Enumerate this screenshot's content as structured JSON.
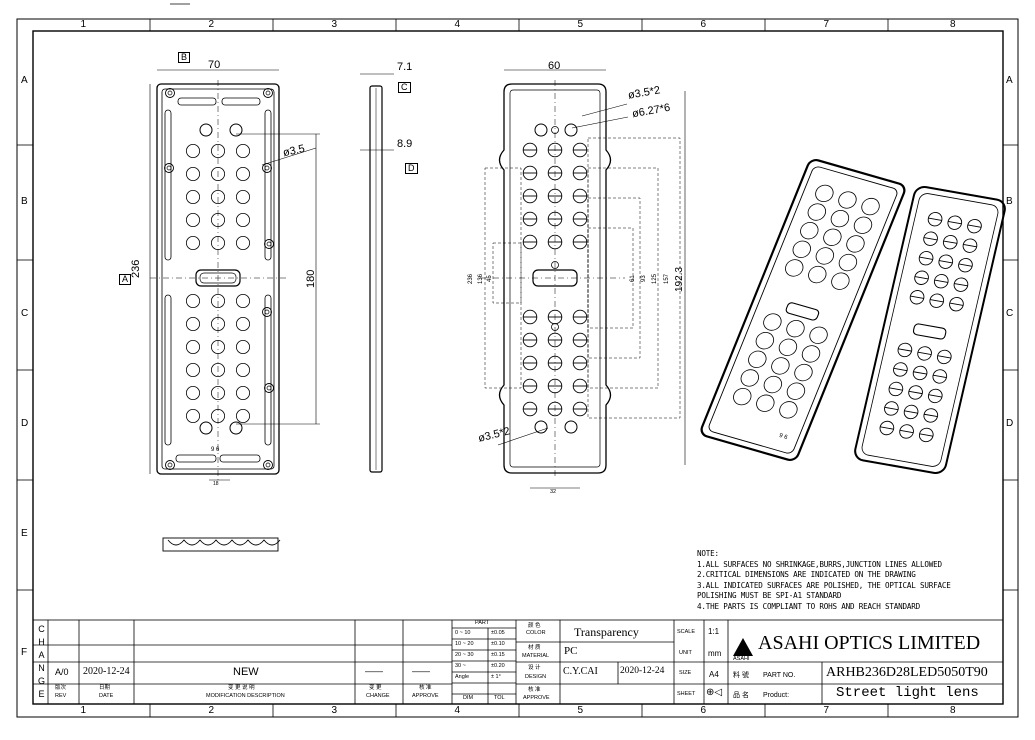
{
  "grid": {
    "columns": [
      "1",
      "2",
      "3",
      "4",
      "5",
      "6",
      "7",
      "8"
    ],
    "rows": [
      "A",
      "B",
      "C",
      "D",
      "E",
      "F"
    ]
  },
  "view_labels": {
    "b": "B",
    "a": "A",
    "c": "C",
    "d": "D"
  },
  "front_view": {
    "width": "70",
    "height": "236",
    "hole_dia": "ø3.5",
    "pitch": "180",
    "bottom": "18",
    "emboss": "9 6"
  },
  "side_view": {
    "thickness_top": "7.1",
    "thickness_bottom": "8.9"
  },
  "back_view": {
    "width": "60",
    "hole_a": "ø3.5*2",
    "hole_b": "ø6.27*6",
    "hole_c": "ø3.5*2",
    "height": "192.3",
    "bottom": "32",
    "left_dims": [
      "236",
      "136",
      "45"
    ],
    "right_dims": [
      "61",
      "93",
      "125",
      "157"
    ]
  },
  "iso_emboss": "9 6",
  "notes": [
    "NOTE:",
    "1.ALL SURFACES NO SHRINKAGE,BURRS,JUNCTION LINES ALLOWED",
    "2.CRITICAL DIMENSIONS ARE INDICATED ON THE DRAWING",
    "3.ALL INDICATED SURFACES ARE POLISHED, THE OPTICAL SURFACE",
    "POLISHING MUST BE SPI-A1 STANDARD",
    "4.THE PARTS IS COMPLIANT TO ROHS AND REACH STANDARD"
  ],
  "title_block": {
    "change_letters": [
      "C",
      "H",
      "A",
      "N",
      "G",
      "E"
    ],
    "rev": "A/0",
    "date": "2020-12-24",
    "description": "NEW",
    "dash1": "——",
    "dash2": "——",
    "hdr_rev": "版次",
    "hdr_rev_en": "REV",
    "hdr_date": "日期",
    "hdr_date_en": "DATE",
    "hdr_desc": "变 更 说 明",
    "hdr_desc_en": "MODIFICATION DESCRIPTION",
    "hdr_change": "变 更",
    "hdr_change_en": "CHANGE",
    "hdr_approve": "核 准",
    "hdr_approve_en": "APPROVE",
    "part_title": "PART",
    "tolerance": [
      {
        "range": "0 ~ 10",
        "tol": "±0.05"
      },
      {
        "range": "10 ~ 20",
        "tol": "±0.10"
      },
      {
        "range": "20 ~ 30",
        "tol": "±0.15"
      },
      {
        "range": "30 ~",
        "tol": "±0.20"
      },
      {
        "range": "Angle",
        "tol": "± 1°"
      }
    ],
    "dim_label": "DIM",
    "tol_label": "TOL",
    "color_cn": "颜 色",
    "color_label": "COLOR",
    "color_value": "Transparency",
    "material_cn": "材 质",
    "material_label": "MATERIAL",
    "material_value": "PC",
    "design_cn": "设 计",
    "design_label": "DESIGN",
    "designer": "C.Y.CAI",
    "design_date": "2020-12-24",
    "approve_cn": "核 准",
    "approve_label": "APPROVE",
    "scale_label": "SCALE",
    "scale_value": "1:1",
    "unit_label": "UNIT",
    "unit_value": "mm",
    "size_label": "SIZE",
    "size_value": "A4",
    "sheet_label": "SHEET",
    "part_no_cn": "料 號",
    "part_no_label": "PART NO.",
    "product_cn": "品 名",
    "product_label": "Product:",
    "logo_text": "ASAHI",
    "company": "ASAHI OPTICS LIMITED",
    "part_no": "ARHB236D28LED5050T90",
    "product": "Street light lens"
  }
}
